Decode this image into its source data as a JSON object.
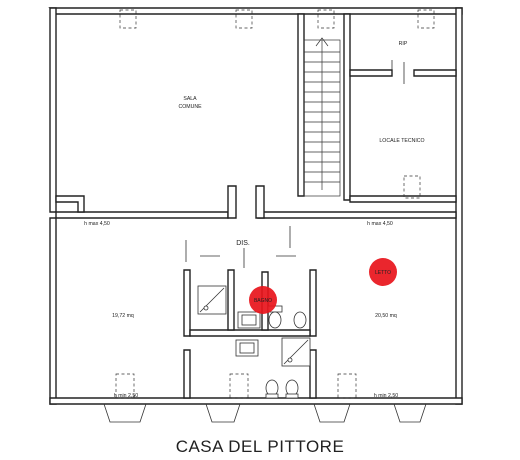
{
  "title": "CASA DEL PITTORE",
  "rooms": {
    "sala": {
      "line1": "SALA",
      "line2": "COMUNE"
    },
    "rip": "RIP",
    "locale_tecnico": "LOCALE TECNICO",
    "dis": "DIS.",
    "left_area": "19,72 mq",
    "right_area": "20,50 mq"
  },
  "heights": {
    "left_max": "h max 4,50",
    "right_max": "h max 4,50",
    "left_min": "h min  2,50",
    "right_min": "h min  2,50"
  },
  "markers": [
    {
      "label": "LETTO",
      "color": "#e8141b"
    },
    {
      "label": "BAGNO",
      "color": "#e8141b"
    }
  ]
}
